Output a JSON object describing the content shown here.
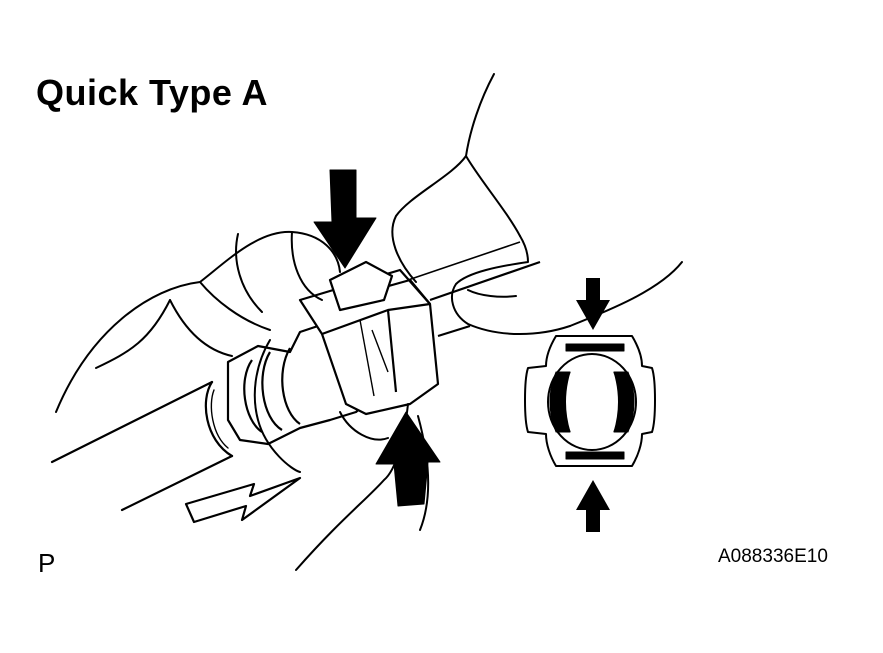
{
  "title": "Quick Type A",
  "corner_label": "P",
  "figure_code": "A088336E10",
  "illustration": {
    "subject": "quick connector",
    "icons": [
      "hand",
      "hose",
      "press-arrow",
      "pull-arrow",
      "connector-cross-section"
    ]
  }
}
